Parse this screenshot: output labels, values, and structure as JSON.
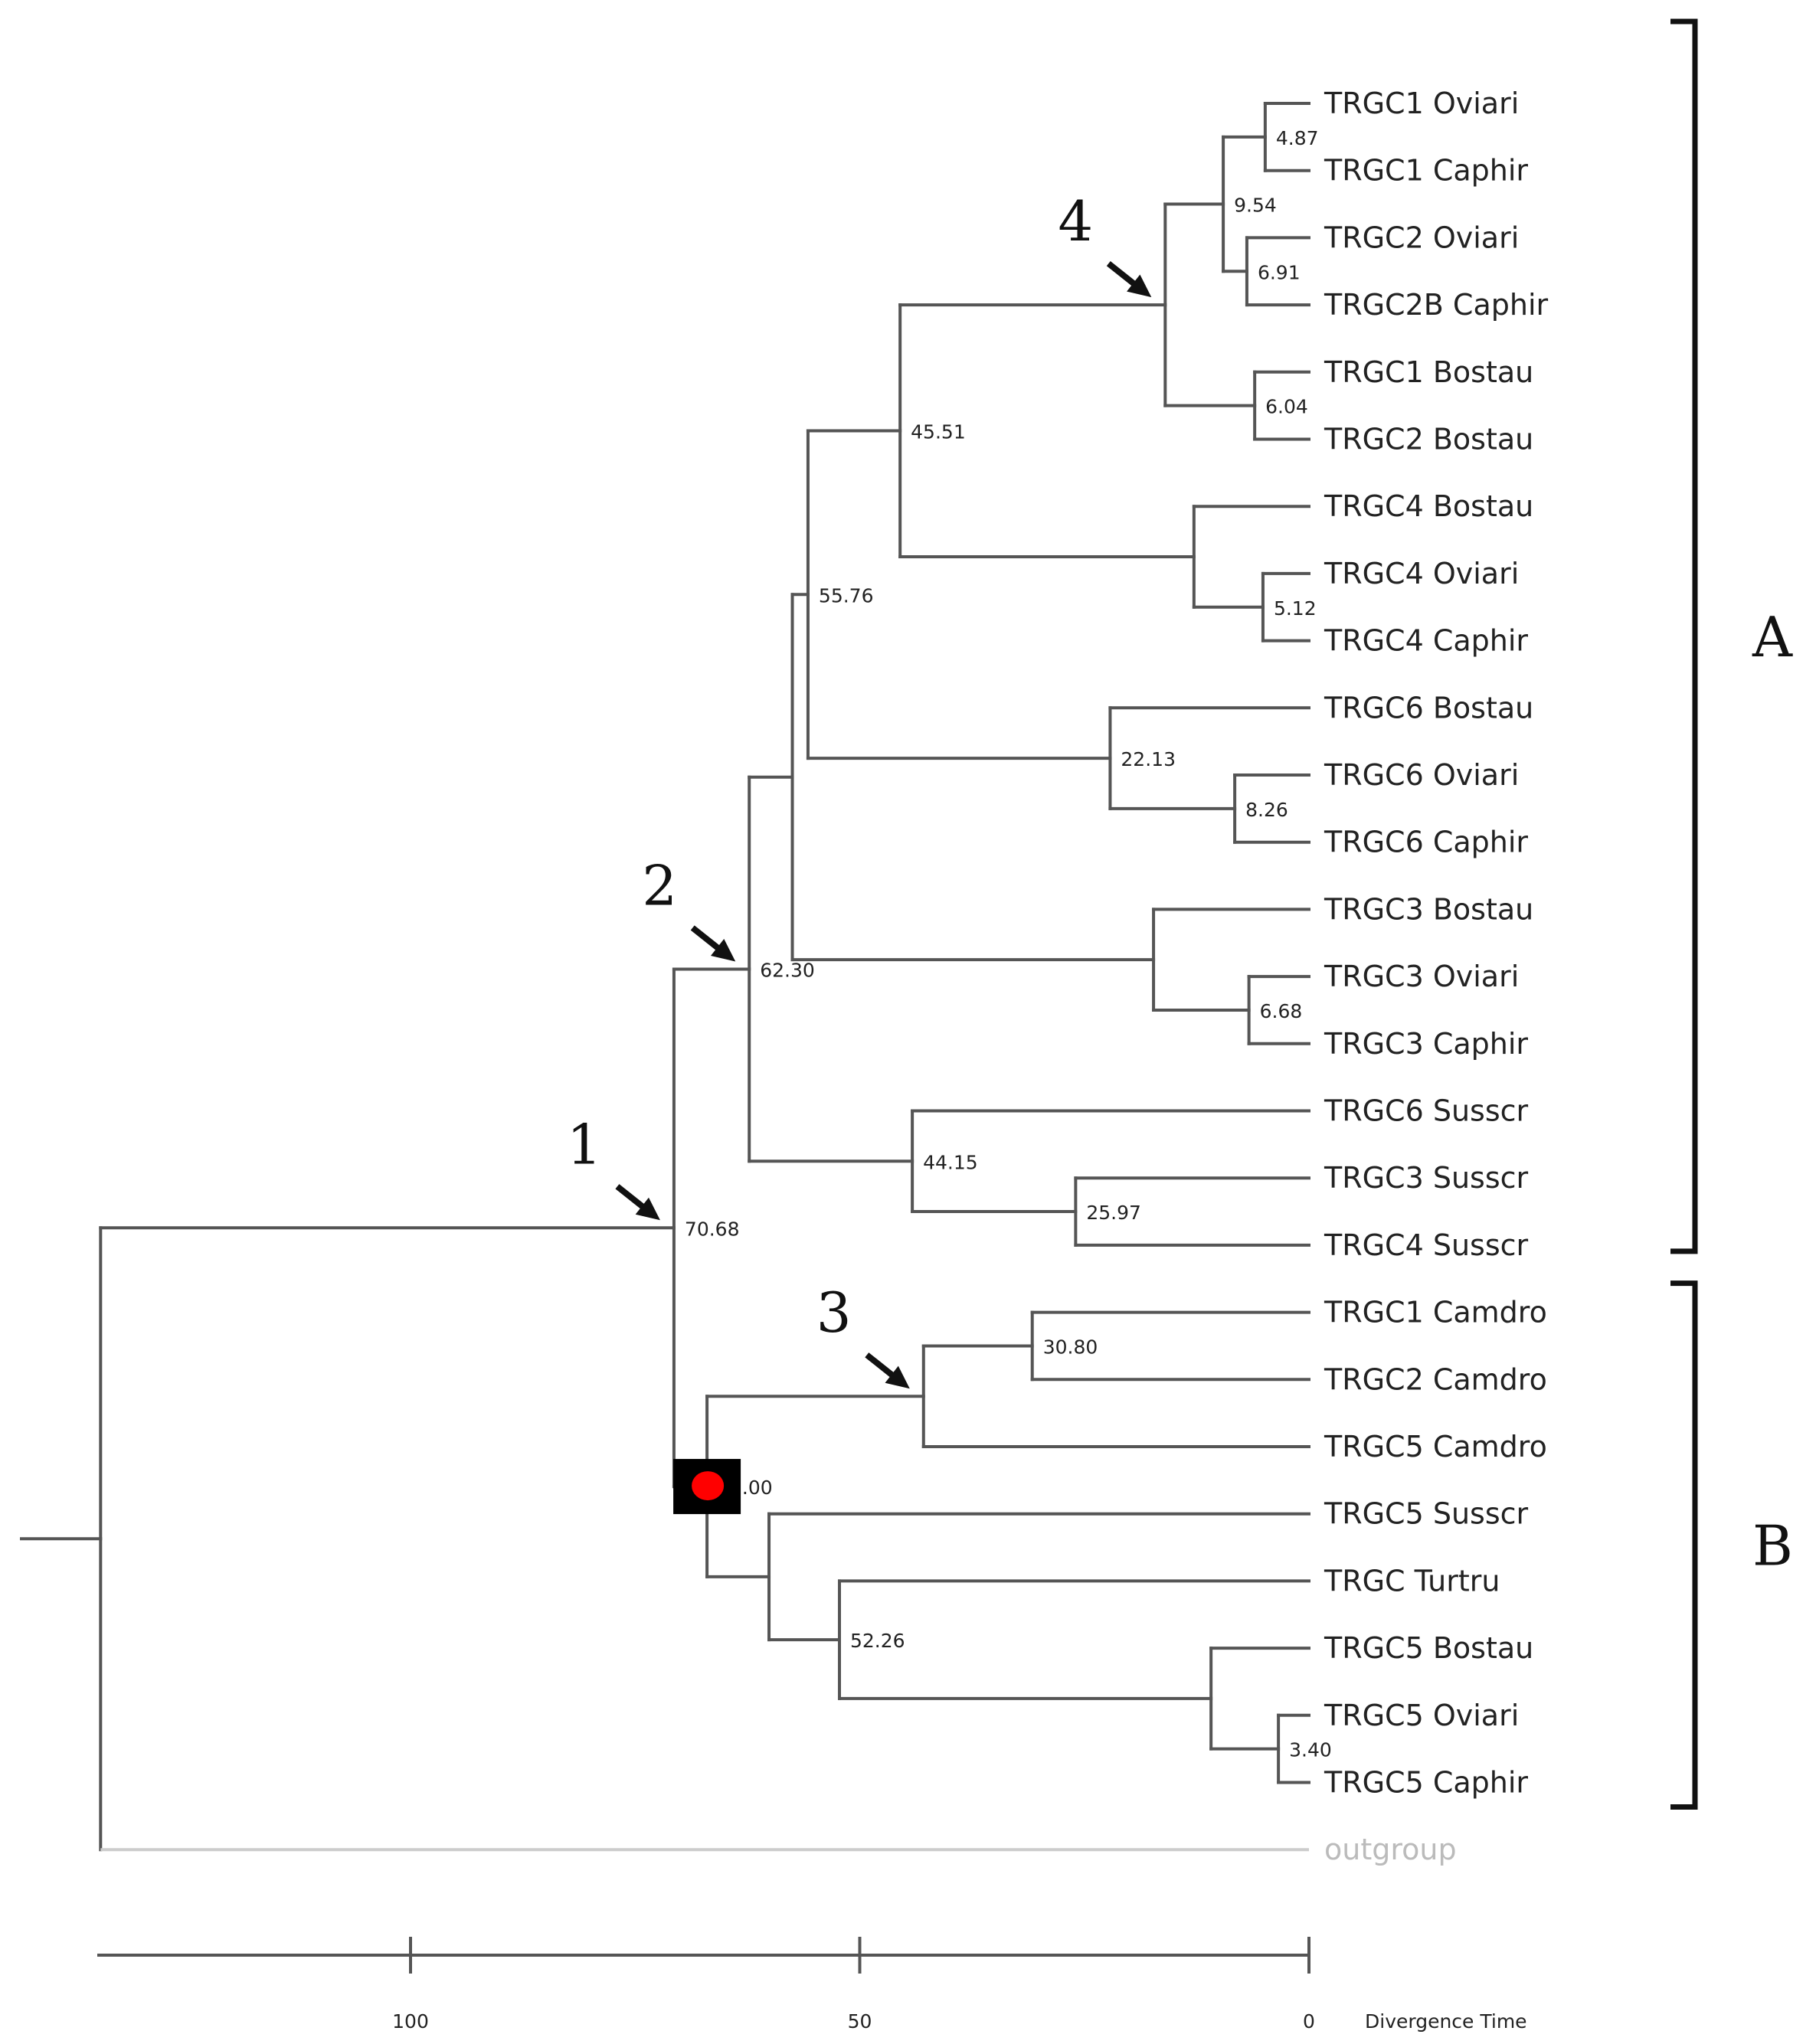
{
  "tree": {
    "leaves": [
      {
        "id": "L1",
        "label": "TRGC1 Oviari"
      },
      {
        "id": "L2",
        "label": "TRGC1 Caphir"
      },
      {
        "id": "L3",
        "label": "TRGC2 Oviari"
      },
      {
        "id": "L4",
        "label": "TRGC2B Caphir"
      },
      {
        "id": "L5",
        "label": "TRGC1 Bostau"
      },
      {
        "id": "L6",
        "label": "TRGC2 Bostau"
      },
      {
        "id": "L7",
        "label": "TRGC4 Bostau"
      },
      {
        "id": "L8",
        "label": "TRGC4 Oviari"
      },
      {
        "id": "L9",
        "label": "TRGC4 Caphir"
      },
      {
        "id": "L10",
        "label": "TRGC6 Bostau"
      },
      {
        "id": "L11",
        "label": "TRGC6 Oviari"
      },
      {
        "id": "L12",
        "label": "TRGC6 Caphir"
      },
      {
        "id": "L13",
        "label": "TRGC3 Bostau"
      },
      {
        "id": "L14",
        "label": "TRGC3 Oviari"
      },
      {
        "id": "L15",
        "label": "TRGC3 Caphir"
      },
      {
        "id": "L16",
        "label": "TRGC6 Susscr"
      },
      {
        "id": "L17",
        "label": "TRGC3 Susscr"
      },
      {
        "id": "L18",
        "label": "TRGC4 Susscr"
      },
      {
        "id": "L19",
        "label": "TRGC1 Camdro"
      },
      {
        "id": "L20",
        "label": "TRGC2 Camdro"
      },
      {
        "id": "L21",
        "label": "TRGC5 Camdro"
      },
      {
        "id": "L22",
        "label": "TRGC5 Susscr"
      },
      {
        "id": "L23",
        "label": "TRGC Turtru"
      },
      {
        "id": "L24",
        "label": "TRGC5 Bostau"
      },
      {
        "id": "L25",
        "label": "TRGC5 Oviari"
      },
      {
        "id": "L26",
        "label": "TRGC5 Caphir"
      }
    ],
    "outgroup": {
      "label": "outgroup"
    },
    "nodes": [
      {
        "id": "n1",
        "age": 4.87,
        "age_label": "4.87",
        "children": [
          "L1",
          "L2"
        ]
      },
      {
        "id": "n2",
        "age": 6.91,
        "age_label": "6.91",
        "children": [
          "L3",
          "L4"
        ]
      },
      {
        "id": "n3",
        "age": 9.54,
        "age_label": "9.54",
        "children": [
          "n1",
          "n2"
        ]
      },
      {
        "id": "n4",
        "age": 6.04,
        "age_label": "6.04",
        "children": [
          "L5",
          "L6"
        ]
      },
      {
        "id": "n5",
        "age": 16.0,
        "age_label": "",
        "children": [
          "n3",
          "n4"
        ]
      },
      {
        "id": "n6",
        "age": 5.12,
        "age_label": "5.12",
        "children": [
          "L8",
          "L9"
        ]
      },
      {
        "id": "n7",
        "age": 12.8,
        "age_label": "",
        "children": [
          "L7",
          "n6"
        ]
      },
      {
        "id": "n8",
        "age": 45.51,
        "age_label": "45.51",
        "children": [
          "n5",
          "n7"
        ]
      },
      {
        "id": "n9",
        "age": 8.26,
        "age_label": "8.26",
        "children": [
          "L11",
          "L12"
        ]
      },
      {
        "id": "n10",
        "age": 22.13,
        "age_label": "22.13",
        "children": [
          "L10",
          "n9"
        ]
      },
      {
        "id": "n11",
        "age": 55.76,
        "age_label": "55.76",
        "children": [
          "n8",
          "n10"
        ]
      },
      {
        "id": "n12",
        "age": 6.68,
        "age_label": "6.68",
        "children": [
          "L14",
          "L15"
        ]
      },
      {
        "id": "n13",
        "age": 17.3,
        "age_label": "",
        "children": [
          "L13",
          "n12"
        ]
      },
      {
        "id": "n14",
        "age": 57.5,
        "age_label": "",
        "children": [
          "n11",
          "n13"
        ]
      },
      {
        "id": "n15",
        "age": 25.97,
        "age_label": "25.97",
        "children": [
          "L17",
          "L18"
        ]
      },
      {
        "id": "n16",
        "age": 44.15,
        "age_label": "44.15",
        "children": [
          "L16",
          "n15"
        ]
      },
      {
        "id": "n17",
        "age": 62.3,
        "age_label": "62.30",
        "children": [
          "n14",
          "n16"
        ]
      },
      {
        "id": "n18",
        "age": 30.8,
        "age_label": "30.80",
        "children": [
          "L19",
          "L20"
        ]
      },
      {
        "id": "n19",
        "age": 42.9,
        "age_label": "",
        "children": [
          "n18",
          "L21"
        ]
      },
      {
        "id": "n20",
        "age": 3.4,
        "age_label": "3.40",
        "children": [
          "L25",
          "L26"
        ]
      },
      {
        "id": "n21",
        "age": 10.9,
        "age_label": "",
        "children": [
          "L24",
          "n20"
        ]
      },
      {
        "id": "n22",
        "age": 52.26,
        "age_label": "52.26",
        "children": [
          "L23",
          "n21"
        ]
      },
      {
        "id": "n23",
        "age": 60.1,
        "age_label": "",
        "children": [
          "L22",
          "n22"
        ]
      },
      {
        "id": "n24",
        "age": 67.0,
        "age_label": "67.00",
        "children": [
          "n19",
          "n23"
        ]
      },
      {
        "id": "n25",
        "age": 70.68,
        "age_label": "70.68",
        "children": [
          "n17",
          "n24"
        ]
      },
      {
        "id": "root",
        "age": 134.5,
        "age_label": "",
        "children": [
          "n25",
          "OUT"
        ]
      }
    ]
  },
  "axis": {
    "title": "Divergence Time",
    "ticks": [
      {
        "value": 100,
        "label": "100"
      },
      {
        "value": 50,
        "label": "50"
      },
      {
        "value": 0,
        "label": "0"
      }
    ]
  },
  "callouts": [
    {
      "label": "1",
      "node": "n25"
    },
    {
      "label": "2",
      "node": "n17"
    },
    {
      "label": "3",
      "node": "n19"
    },
    {
      "label": "4",
      "node": "n5"
    }
  ],
  "groups": [
    {
      "label": "A",
      "from_leaf": "L1",
      "to_leaf": "L18"
    },
    {
      "label": "B",
      "from_leaf": "L19",
      "to_leaf": "L26"
    }
  ],
  "highlight": {
    "node": "n24",
    "box_color": "#000000",
    "dot_color": "#ff0000"
  },
  "colors": {
    "branch": "#555555",
    "outgroup": "#cccccc"
  }
}
